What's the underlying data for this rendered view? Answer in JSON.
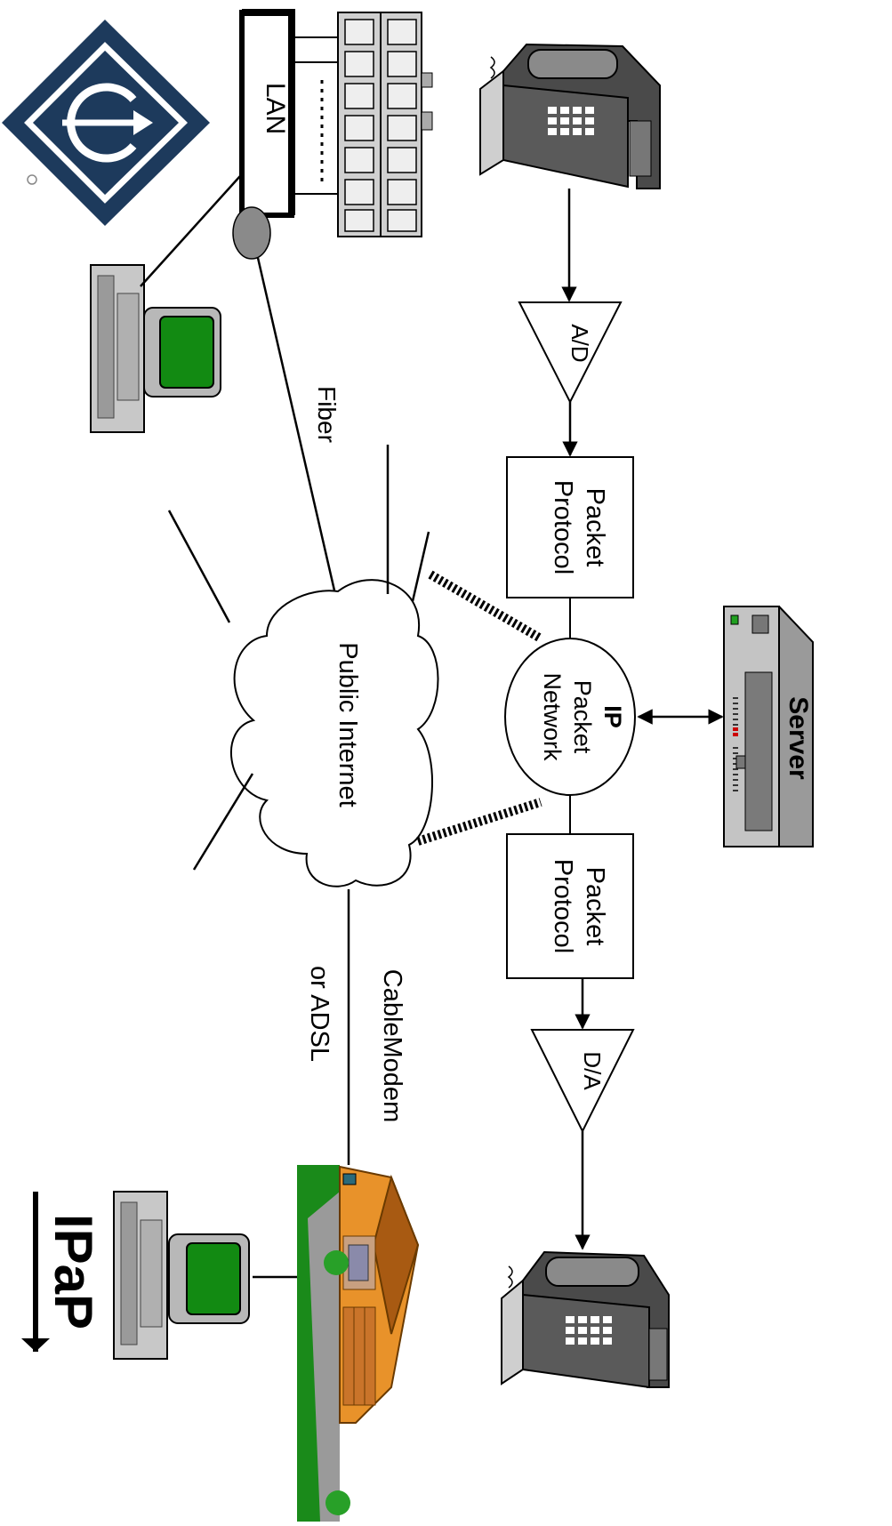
{
  "labels": {
    "lan": "LAN",
    "fiber": "Fiber",
    "public_internet": "Public Internet",
    "ip": "IP",
    "packet_network_1": "Packet",
    "packet_network_2": "Network",
    "packet_protocol_1": "Packet",
    "packet_protocol_2": "Protocol",
    "packet_protocol_b1": "Packet",
    "packet_protocol_b2": "Protocol",
    "ad": "A/D",
    "da": "D/A",
    "server": "Server",
    "cablemodem_1": "CableModem",
    "cablemodem_2": "or ADSL",
    "logo_text": "IPaP"
  },
  "colors": {
    "logo_navy": "#1d3a5c",
    "screen_green": "#128a12",
    "phone_dark": "#4a4a4a",
    "phone_mid": "#8a8a8a",
    "grass": "#1a8a1a",
    "house_orange": "#e8922a"
  }
}
